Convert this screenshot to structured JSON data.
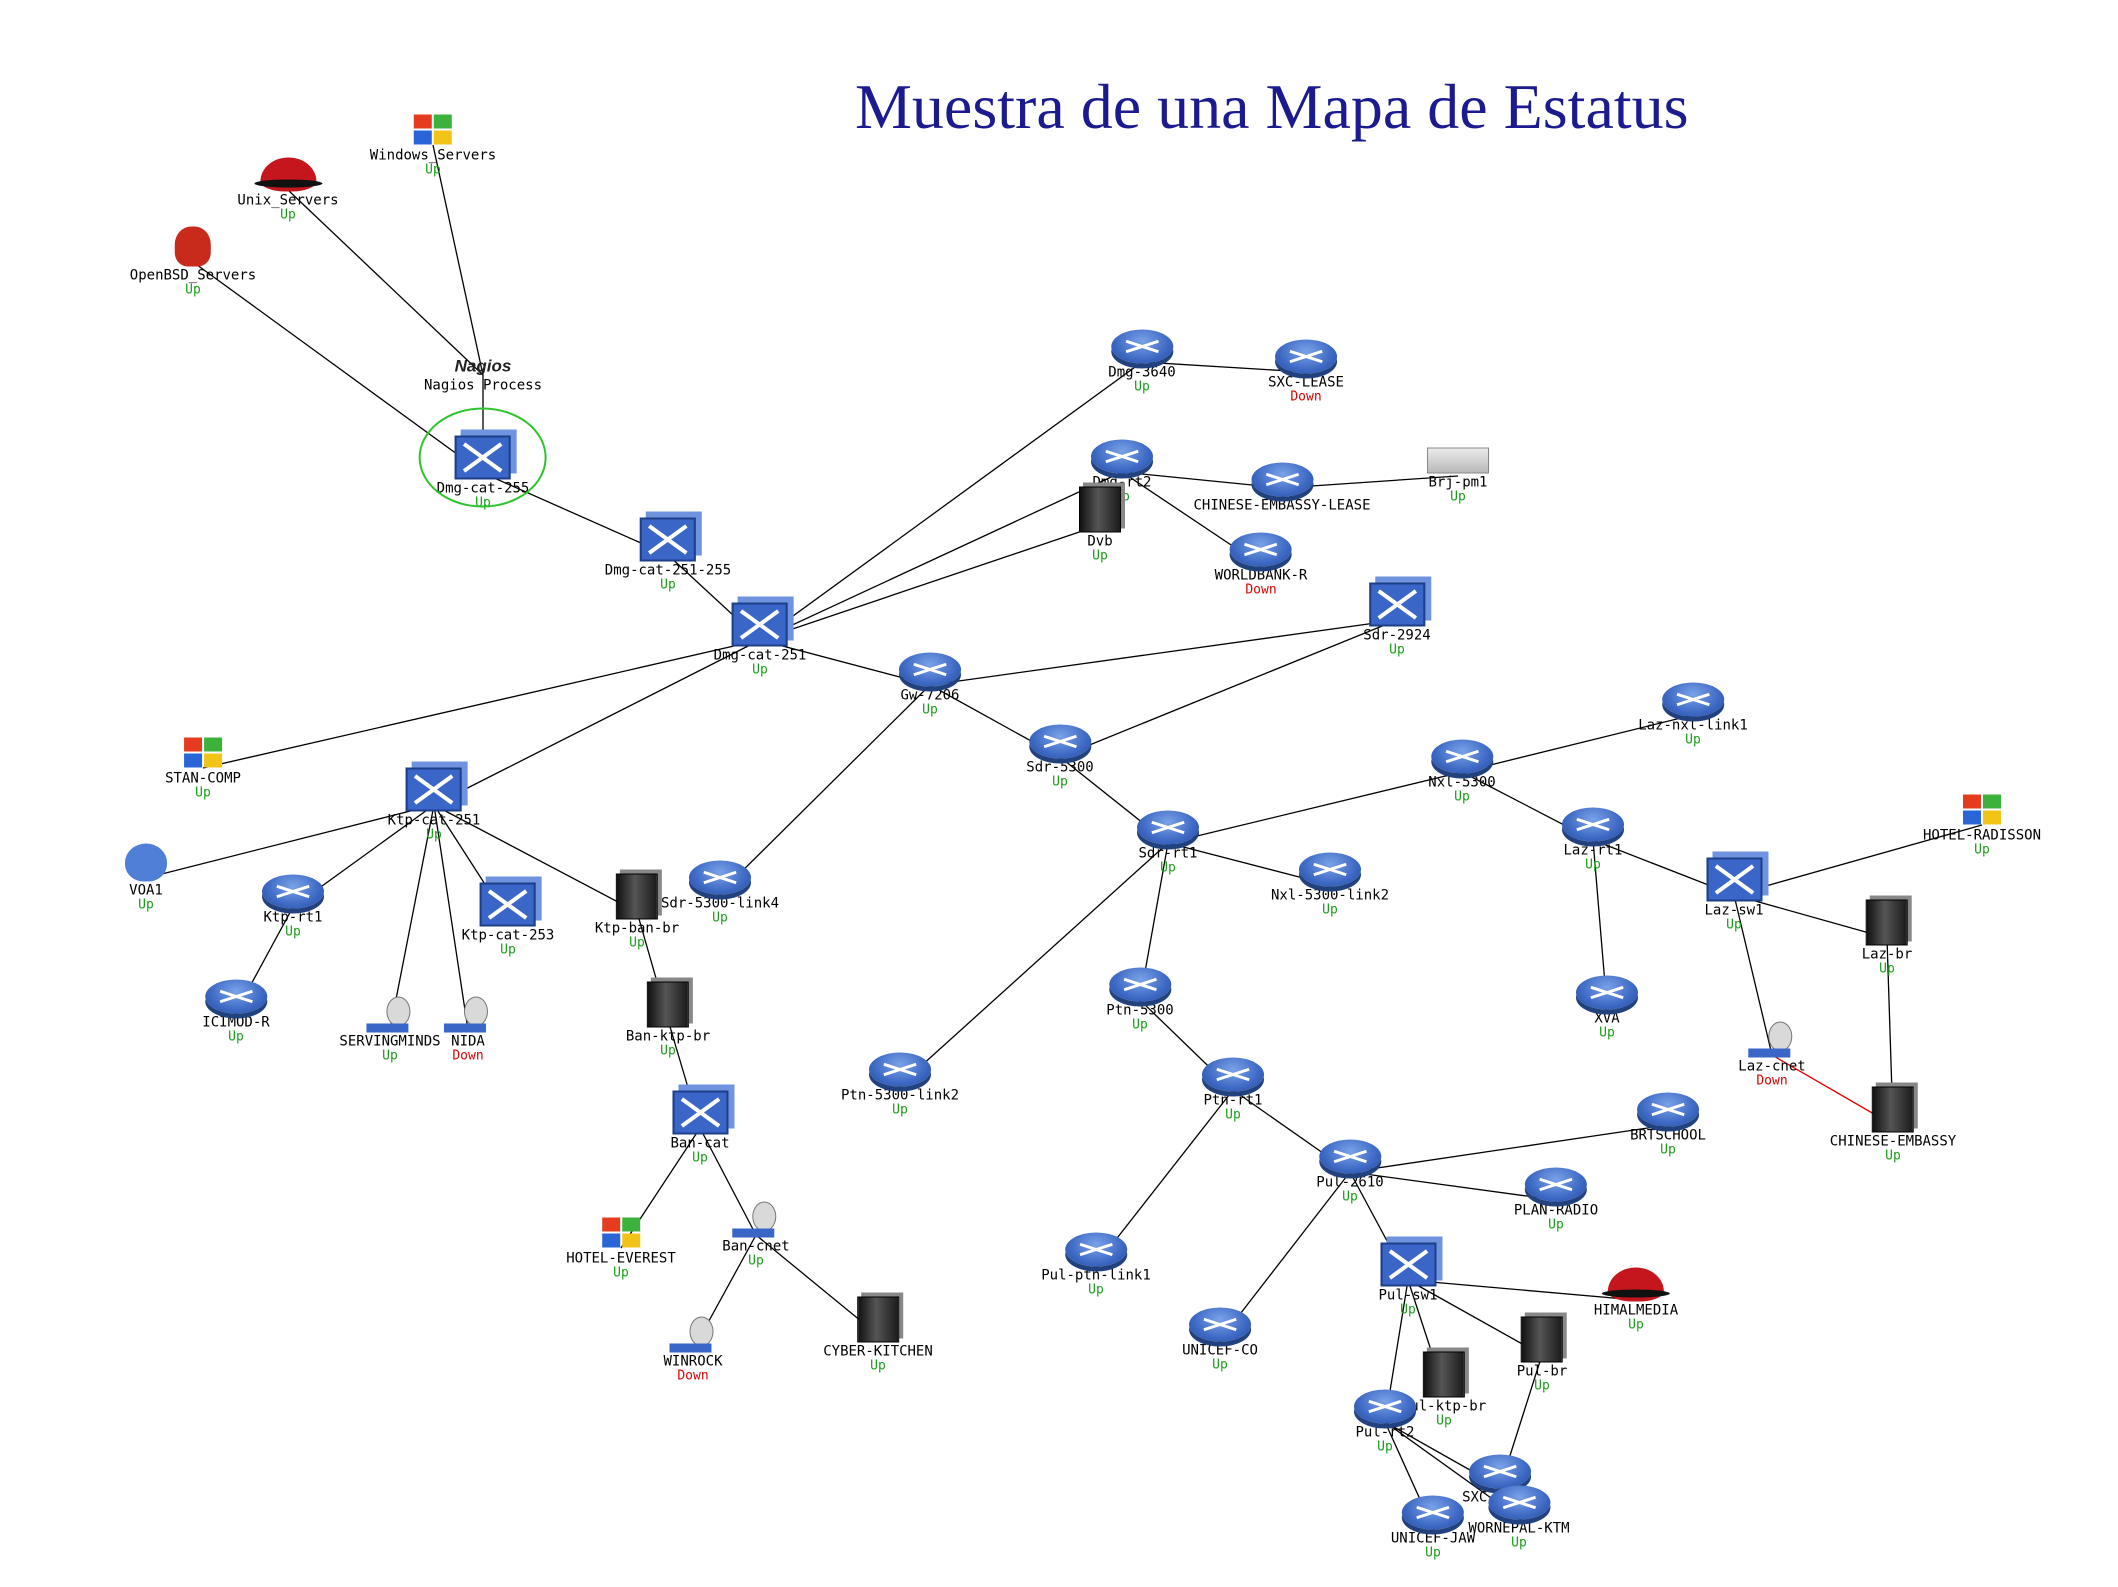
{
  "title": "Muestra de una Mapa de Estatus",
  "colors": {
    "title": "#1b1a8e",
    "up": "#1aa01a",
    "down": "#e00000",
    "link": "#000000",
    "problem_link": "#e00000"
  },
  "nodes": [
    {
      "id": "dmg-cat-255",
      "label": "Dmg-cat-255",
      "status": "Up",
      "icon": "switch-icon"
    },
    {
      "id": "nagios",
      "label": "Nagios Process",
      "status": "",
      "icon": "nagios-logo-icon",
      "logo_text": "Nagios"
    },
    {
      "id": "unix",
      "label": "Unix_Servers",
      "status": "Up",
      "icon": "redhat-icon"
    },
    {
      "id": "windows",
      "label": "Windows_Servers",
      "status": "Up",
      "icon": "windows-icon"
    },
    {
      "id": "openbsd",
      "label": "OpenBSD_Servers",
      "status": "Up",
      "icon": "bsd-daemon-icon"
    },
    {
      "id": "dmg-cat-251-255",
      "label": "Dmg-cat-251-255",
      "status": "Up",
      "icon": "switch-icon"
    },
    {
      "id": "dmg-cat-251",
      "label": "Dmg-cat-251",
      "status": "Up",
      "icon": "switch-icon"
    },
    {
      "id": "gw-7206",
      "label": "Gw-7206",
      "status": "Up",
      "icon": "router-icon"
    },
    {
      "id": "stan-comp",
      "label": "STAN-COMP",
      "status": "Up",
      "icon": "windows-icon"
    },
    {
      "id": "ktp-cat-251",
      "label": "Ktp-cat-251",
      "status": "Up",
      "icon": "switch-icon"
    },
    {
      "id": "dmg-3640",
      "label": "Dmg-3640",
      "status": "Up",
      "icon": "router-icon"
    },
    {
      "id": "sxc-lease",
      "label": "SXC-LEASE",
      "status": "Down",
      "icon": "router-icon"
    },
    {
      "id": "dmg-rt2",
      "label": "Dmg-rt2",
      "status": "Up",
      "icon": "router-icon"
    },
    {
      "id": "chinese-embassy-lease",
      "label": "CHINESE-EMBASSY-LEASE",
      "status": "",
      "icon": "router-icon"
    },
    {
      "id": "brj-pm1",
      "label": "Brj-pm1",
      "status": "Up",
      "icon": "box-icon"
    },
    {
      "id": "dvb",
      "label": "Dvb",
      "status": "Up",
      "icon": "server-icon"
    },
    {
      "id": "worldbank-r",
      "label": "WORLDBANK-R",
      "status": "Down",
      "icon": "router-icon"
    },
    {
      "id": "sdr-2924",
      "label": "Sdr-2924",
      "status": "Up",
      "icon": "switch-icon"
    },
    {
      "id": "sdr-5300",
      "label": "Sdr-5300",
      "status": "Up",
      "icon": "router-icon"
    },
    {
      "id": "laz-nxl-link1",
      "label": "Laz-nxl-link1",
      "status": "Up",
      "icon": "router-icon"
    },
    {
      "id": "nxl-5300",
      "label": "Nxl-5300",
      "status": "Up",
      "icon": "router-icon"
    },
    {
      "id": "sdr-rt1",
      "label": "Sdr-rt1",
      "status": "Up",
      "icon": "router-icon"
    },
    {
      "id": "nxl-5300-link2",
      "label": "Nxl-5300-link2",
      "status": "Up",
      "icon": "router-icon"
    },
    {
      "id": "laz-rt1",
      "label": "Laz-rt1",
      "status": "Up",
      "icon": "router-icon"
    },
    {
      "id": "laz-sw1",
      "label": "Laz-sw1",
      "status": "Up",
      "icon": "switch-icon"
    },
    {
      "id": "hotel-radisson",
      "label": "HOTEL-RADISSON",
      "status": "Up",
      "icon": "windows-icon"
    },
    {
      "id": "laz-br",
      "label": "Laz-br",
      "status": "Up",
      "icon": "server-icon"
    },
    {
      "id": "xva",
      "label": "XVA",
      "status": "Up",
      "icon": "router-icon"
    },
    {
      "id": "laz-cnet",
      "label": "Laz-cnet",
      "status": "Down",
      "icon": "dish-icon"
    },
    {
      "id": "chinese-embassy",
      "label": "CHINESE-EMBASSY",
      "status": "Up",
      "icon": "server-icon"
    },
    {
      "id": "ptn-5300",
      "label": "Ptn-5300",
      "status": "Up",
      "icon": "router-icon"
    },
    {
      "id": "ptn-rt1",
      "label": "Ptn-rt1",
      "status": "Up",
      "icon": "router-icon"
    },
    {
      "id": "ptn-5300-link2",
      "label": "Ptn-5300-link2",
      "status": "Up",
      "icon": "router-icon"
    },
    {
      "id": "pul-2610",
      "label": "Pul-2610",
      "status": "Up",
      "icon": "router-icon"
    },
    {
      "id": "brtschool",
      "label": "BRTSCHOOL",
      "status": "Up",
      "icon": "router-icon"
    },
    {
      "id": "plan-radio",
      "label": "PLAN-RADIO",
      "status": "Up",
      "icon": "router-icon"
    },
    {
      "id": "pul-ptn-link1",
      "label": "Pul-ptn-link1",
      "status": "Up",
      "icon": "router-icon"
    },
    {
      "id": "unicef-co",
      "label": "UNICEF-CO",
      "status": "Up",
      "icon": "router-icon"
    },
    {
      "id": "pul-sw1",
      "label": "Pul-sw1",
      "status": "Up",
      "icon": "switch-icon"
    },
    {
      "id": "himalmedia",
      "label": "HIMALMEDIA",
      "status": "Up",
      "icon": "redhat-icon"
    },
    {
      "id": "pul-br",
      "label": "Pul-br",
      "status": "Up",
      "icon": "server-icon"
    },
    {
      "id": "pul-ktp-br",
      "label": "Pul-ktp-br",
      "status": "Up",
      "icon": "server-icon"
    },
    {
      "id": "pul-rt2",
      "label": "Pul-rt2",
      "status": "Up",
      "icon": "router-icon"
    },
    {
      "id": "sxc-radio",
      "label": "SXC-RADIO",
      "status": "Up",
      "icon": "router-icon"
    },
    {
      "id": "unicef-jaw",
      "label": "UNICEF-JAW",
      "status": "Up",
      "icon": "router-icon"
    },
    {
      "id": "wornepal-ktm",
      "label": "WORNEPAL-KTM",
      "status": "Up",
      "icon": "router-icon"
    },
    {
      "id": "sdr-5300-link4",
      "label": "Sdr-5300-link4",
      "status": "Up",
      "icon": "router-icon"
    },
    {
      "id": "voa1",
      "label": "VOA1",
      "status": "Up",
      "icon": "apple-icon"
    },
    {
      "id": "ktp-rt1",
      "label": "Ktp-rt1",
      "status": "Up",
      "icon": "router-icon"
    },
    {
      "id": "ktp-cat-253",
      "label": "Ktp-cat-253",
      "status": "Up",
      "icon": "switch-icon"
    },
    {
      "id": "ktp-ban-br",
      "label": "Ktp-ban-br",
      "status": "Up",
      "icon": "server-icon"
    },
    {
      "id": "ban-ktp-br",
      "label": "Ban-ktp-br",
      "status": "Up",
      "icon": "server-icon"
    },
    {
      "id": "ban-cat",
      "label": "Ban-cat",
      "status": "Up",
      "icon": "switch-icon"
    },
    {
      "id": "hotel-everest",
      "label": "HOTEL-EVEREST",
      "status": "Up",
      "icon": "windows-icon"
    },
    {
      "id": "ban-cnet",
      "label": "Ban-cnet",
      "status": "Up",
      "icon": "dish-icon"
    },
    {
      "id": "winrock",
      "label": "WINROCK",
      "status": "Down",
      "icon": "dish-icon"
    },
    {
      "id": "cyber-kitchen",
      "label": "CYBER-KITCHEN",
      "status": "Up",
      "icon": "server-icon"
    },
    {
      "id": "icimod-r",
      "label": "ICIMOD-R",
      "status": "Up",
      "icon": "router-icon"
    },
    {
      "id": "servingminds",
      "label": "SERVINGMINDS",
      "status": "Up",
      "icon": "dish-icon"
    },
    {
      "id": "nida",
      "label": "NIDA",
      "status": "Down",
      "icon": "dish-icon"
    }
  ]
}
